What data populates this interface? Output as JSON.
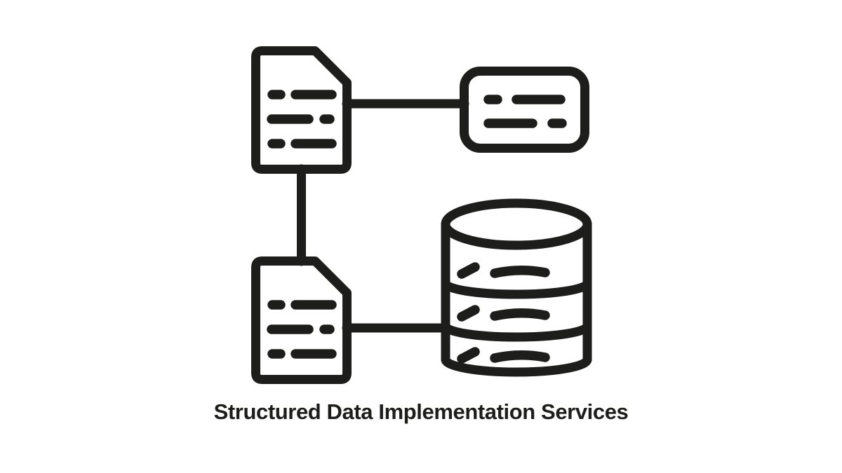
{
  "title": "Structured Data Implementation Services",
  "colors": {
    "ink": "#1d1d1b",
    "background": "#ffffff"
  },
  "icons": [
    {
      "name": "document-icon-top",
      "meaning": "document file with text lines and folded corner"
    },
    {
      "name": "data-card-icon",
      "meaning": "rounded card / snippet with text lines"
    },
    {
      "name": "document-icon-bottom",
      "meaning": "document file with text lines and folded corner"
    },
    {
      "name": "database-icon",
      "meaning": "three-tier database cylinder with record lines"
    }
  ],
  "connectors": [
    {
      "name": "connector-top-document-to-card"
    },
    {
      "name": "connector-document-to-document"
    },
    {
      "name": "connector-bottom-document-to-database"
    }
  ]
}
